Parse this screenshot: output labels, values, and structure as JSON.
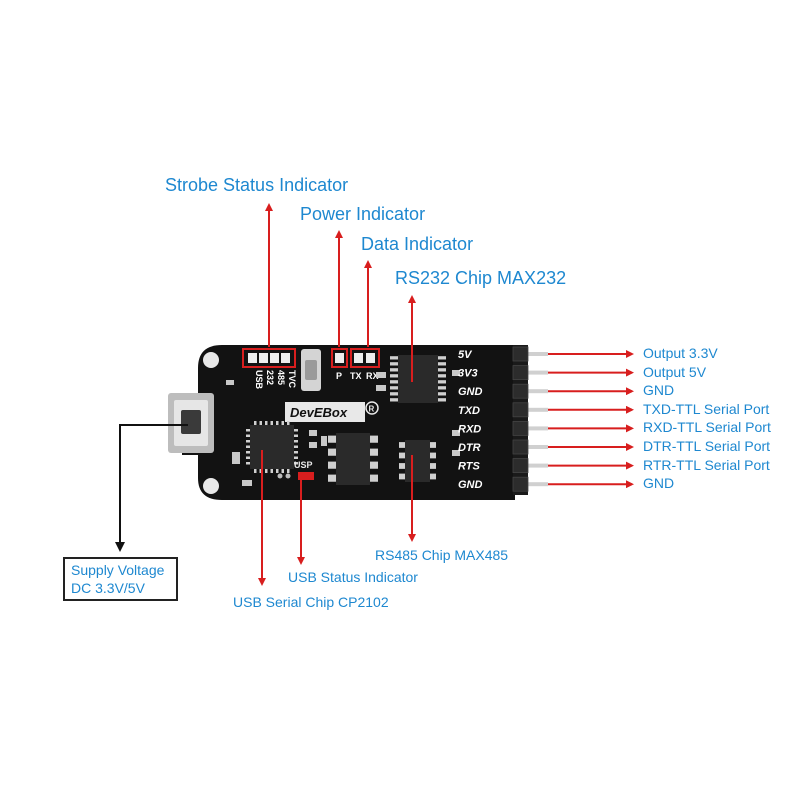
{
  "callouts": {
    "strobe_status": "Strobe Status Indicator",
    "power": "Power Indicator",
    "data": "Data Indicator",
    "rs232_chip": "RS232 Chip MAX232",
    "rs485_chip": "RS485 Chip MAX485",
    "usb_status": "USB Status Indicator",
    "usb_serial_chip": "USB Serial Chip CP2102",
    "supply_line1": "Supply Voltage",
    "supply_line2": "DC 3.3V/5V"
  },
  "pin_outputs": [
    "Output 3.3V",
    "Output 5V",
    "GND",
    "TXD-TTL Serial Port",
    "RXD-TTL Serial Port",
    "DTR-TTL Serial Port",
    "RTR-TTL Serial Port",
    "GND"
  ],
  "board": {
    "brand": "DevEBox",
    "pins": [
      "5V",
      "3V3",
      "GND",
      "TXD",
      "RXD",
      "DTR",
      "RTS",
      "GND"
    ],
    "silk_mode": [
      "USB",
      "232",
      "485",
      "TVC"
    ],
    "silk_led": [
      "P",
      "TX",
      "RX"
    ],
    "silk_usp": "USP"
  },
  "colors": {
    "callout_text": "#1e88d0",
    "arrow": "#d81e1e",
    "board": "#111111"
  }
}
